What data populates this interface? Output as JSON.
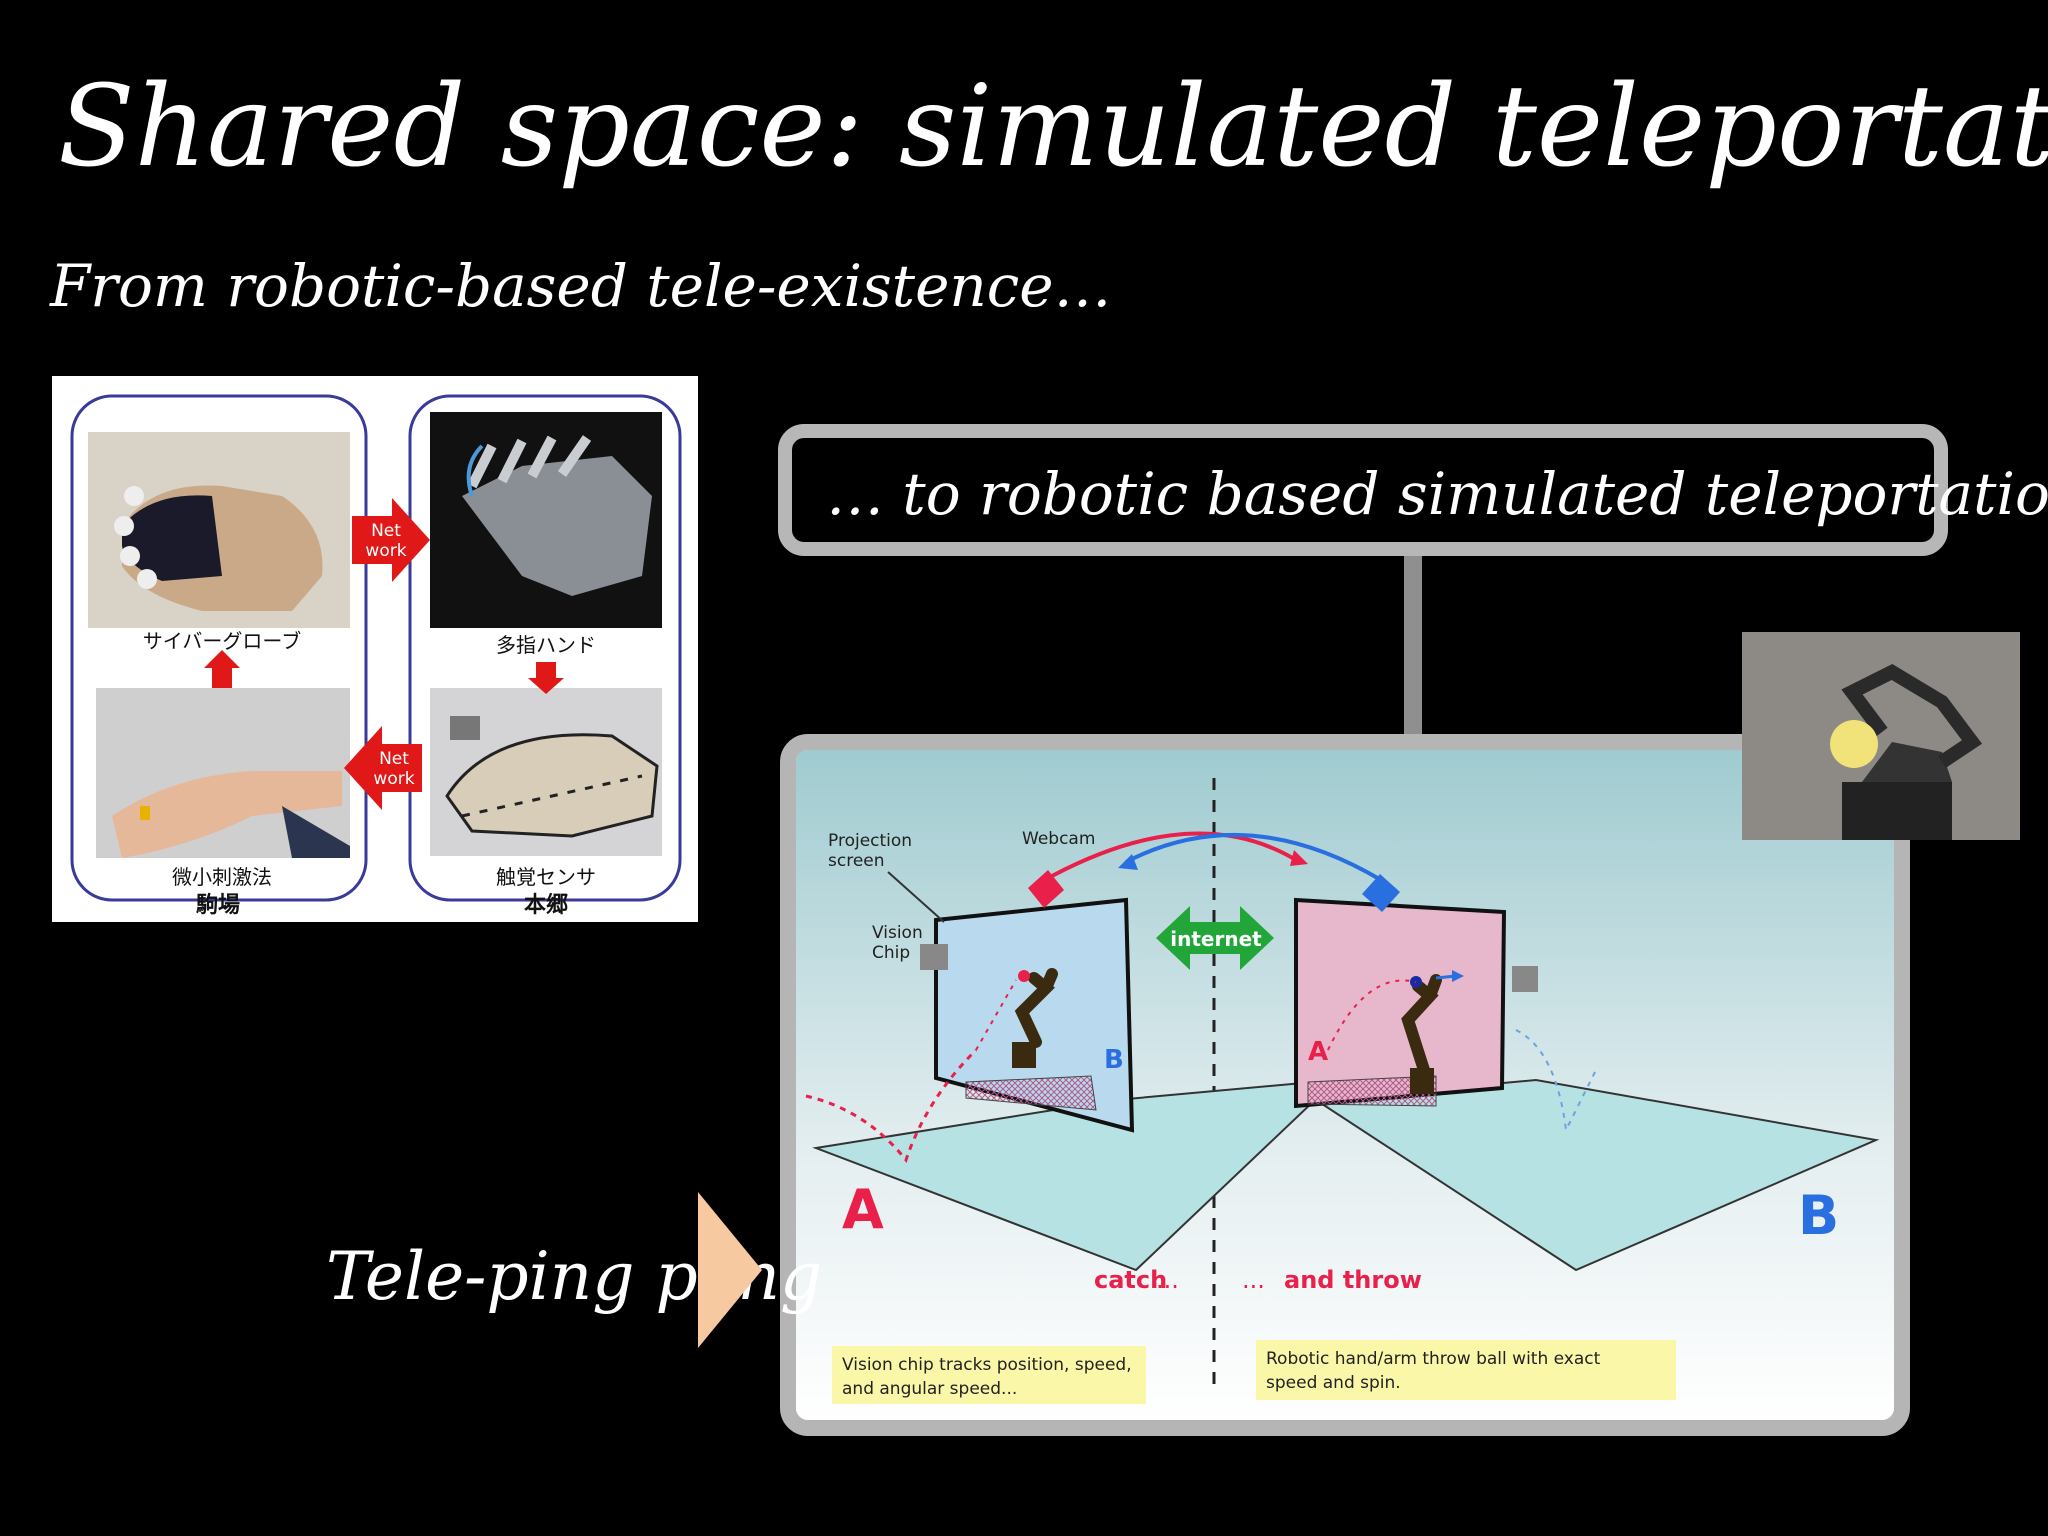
{
  "slide": {
    "title": "Shared space: simulated teleportation",
    "subtitle": "From robotic-based tele-existence…",
    "callout": "… to robotic based simulated teleportation",
    "tele_label": "Tele-ping pong"
  },
  "left_figure": {
    "arrow_label_top_line1": "Net",
    "arrow_label_top_line2": "work",
    "arrow_label_bottom_line1": "Net",
    "arrow_label_bottom_line2": "work",
    "caption_glove": "サイバーグローブ",
    "caption_hand": "多指ハンド",
    "caption_stim": "微小刺激法",
    "caption_sensor": "触覚センサ",
    "place_left": "駒場",
    "place_right": "本郷"
  },
  "diagram": {
    "projection_screen_line1": "Projection",
    "projection_screen_line2": "screen",
    "webcam": "Webcam",
    "vision_chip_line1": "Vision",
    "vision_chip_line2": "Chip",
    "internet": "internet",
    "label_a_left": "A",
    "label_b_left": "B",
    "label_a_right": "A",
    "label_b_right": "B",
    "catch": "catch",
    "catch_dots": "...",
    "throw_dots": "...",
    "and_throw": "and throw",
    "note_left_line1": "Vision chip tracks position, speed,",
    "note_left_line2": "and angular speed...",
    "note_right_line1": "Robotic hand/arm throw ball with exact",
    "note_right_line2": "speed and spin."
  },
  "colors": {
    "background": "#000000",
    "frame_grey": "#b5b5b5",
    "arrow_peach": "#f7c9a0",
    "internet_green": "#22a63a",
    "red": "#e8204a",
    "blue": "#2a6fe0",
    "note_yellow": "#fbf7a8"
  }
}
